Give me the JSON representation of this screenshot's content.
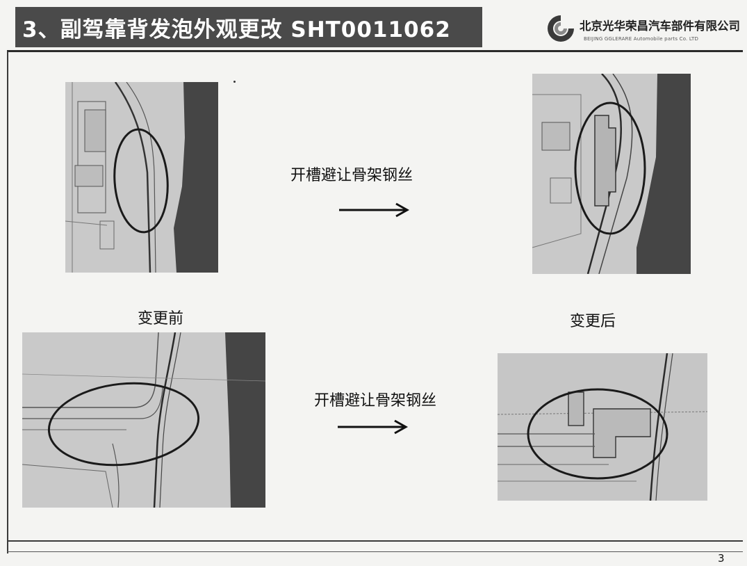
{
  "header": {
    "title": "3、副驾靠背发泡外观更改 SHT0011062",
    "company_cn": "北京光华荣昌汽车部件有限公司",
    "company_en": "BEIJING GGLERARE Automobile parts Co. LTD"
  },
  "top_row": {
    "caption": "开槽避让骨架钢丝"
  },
  "bottom_row": {
    "caption": "开槽避让骨架钢丝"
  },
  "labels": {
    "before": "变更前",
    "after": "变更后"
  },
  "footer": {
    "page_number": "3"
  },
  "colors": {
    "title_bg": "#4a4a4a",
    "photo_bg": "#c9c9c9",
    "photo_dark": "#454545",
    "logo_accent": "#3a3a3a"
  },
  "icons": {
    "logo": "company-swirl-logo",
    "arrow": "right-arrow-icon"
  }
}
